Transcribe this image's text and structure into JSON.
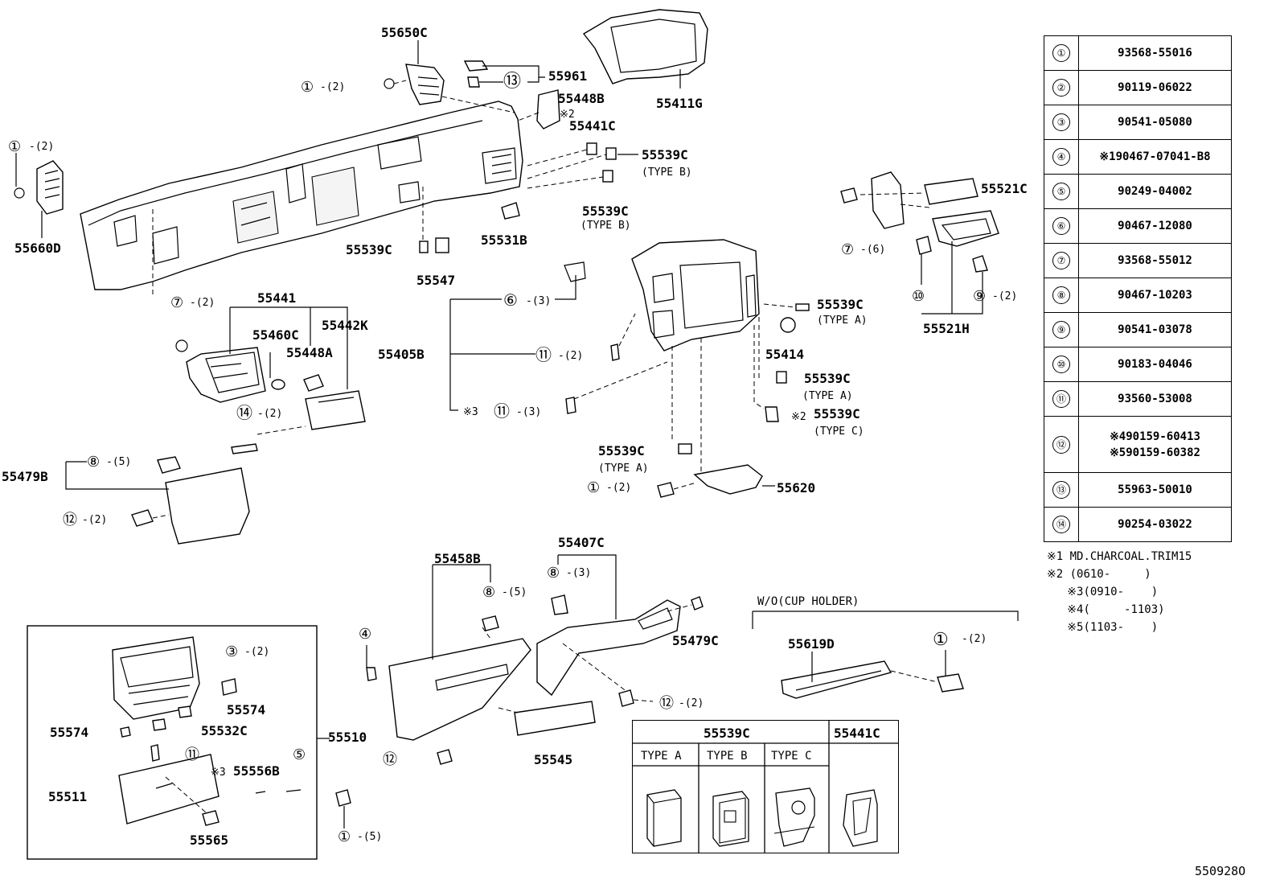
{
  "parts": {
    "p55650C": "55650C",
    "p55961": "55961",
    "p55448B": "55448B",
    "p55411G": "55411G",
    "p55441C": "55441C",
    "p55539C_a": "55539C",
    "p55539C_a_type": "(TYPE B)",
    "p55539C_b": "55539C",
    "p55539C_b_type": "(TYPE B)",
    "p55531B": "55531B",
    "p55660D": "55660D",
    "p55539C_c": "55539C",
    "p55547": "55547",
    "p55441": "55441",
    "p55460C": "55460C",
    "p55442K": "55442K",
    "p55448A": "55448A",
    "p55405B": "55405B",
    "p55539C_d": "55539C",
    "p55539C_d_type": "(TYPE A)",
    "p55414": "55414",
    "p55539C_e": "55539C",
    "p55539C_e_type": "(TYPE A)",
    "p55539C_f": "55539C",
    "p55539C_f_type": "(TYPE C)",
    "p55539C_g": "55539C",
    "p55539C_g_type": "(TYPE A)",
    "p55620": "55620",
    "p55479B": "55479B",
    "p55521C": "55521C",
    "p55521H": "55521H",
    "p55458B": "55458B",
    "p55407C": "55407C",
    "p55479C": "55479C",
    "p55545": "55545",
    "p55619D": "55619D",
    "p55510": "55510",
    "p55574_a": "55574",
    "p55574_b": "55574",
    "p55532C": "55532C",
    "p55556B": "55556B",
    "p55511": "55511",
    "p55565": "55565"
  },
  "callouts": {
    "c1_a": "①",
    "q1_a": "-(2)",
    "c1_b": "①",
    "q1_b": "-(2)",
    "c13": "⑬",
    "c2_note": "※2",
    "c7_a": "⑦",
    "q7_a": "-(2)",
    "c6": "⑥",
    "q6": "-(3)",
    "c11_a": "⑪",
    "q11_a": "-(2)",
    "c3_note": "※3",
    "c11_b": "⑪",
    "q11_b": "-(3)",
    "c2_note_b": "※2",
    "c14": "⑭",
    "q14": "-(2)",
    "c8_a": "⑧",
    "q8_a": "-(5)",
    "c12_a": "⑫",
    "q12_a": "-(2)",
    "c1_c": "①",
    "q1_c": "-(2)",
    "c7_b": "⑦",
    "q7_b": "-(6)",
    "c10": "⑩",
    "c9": "⑨",
    "q9": "-(2)",
    "c8_b": "⑧",
    "q8_b": "-(3)",
    "c8_c": "⑧",
    "q8_c": "-(5)",
    "c4": "④",
    "c12_b": "⑫",
    "q12_b": "-(2)",
    "c12_c": "⑫",
    "c1_d": "①",
    "q1_d": "-(2)",
    "c3": "③",
    "q3": "-(2)",
    "c11_c": "⑪",
    "c3_note_b": "※3",
    "c5": "⑤",
    "c1_e": "①",
    "q1_e": "-(5)"
  },
  "wo_label": "W/O(CUP HOLDER)",
  "legend": [
    {
      "idx": "①",
      "pn": "93568-55016"
    },
    {
      "idx": "②",
      "pn": "90119-06022"
    },
    {
      "idx": "③",
      "pn": "90541-05080"
    },
    {
      "idx": "④",
      "pn": "※190467-07041-B8"
    },
    {
      "idx": "⑤",
      "pn": "90249-04002"
    },
    {
      "idx": "⑥",
      "pn": "90467-12080"
    },
    {
      "idx": "⑦",
      "pn": "93568-55012"
    },
    {
      "idx": "⑧",
      "pn": "90467-10203"
    },
    {
      "idx": "⑨",
      "pn": "90541-03078"
    },
    {
      "idx": "⑩",
      "pn": "90183-04046"
    },
    {
      "idx": "⑪",
      "pn": "93560-53008"
    },
    {
      "idx": "⑫",
      "pn": "※490159-60413",
      "pn2": "※590159-60382"
    },
    {
      "idx": "⑬",
      "pn": "55963-50010"
    },
    {
      "idx": "⑭",
      "pn": "90254-03022"
    }
  ],
  "notes": [
    "※1 MD.CHARCOAL.TRIM15",
    "※2 (0610-     )",
    "   ※3(0910-    )",
    "   ※4(     -1103)",
    "   ※5(1103-    )"
  ],
  "type_table": {
    "h1": "55539C",
    "h2": "55441C",
    "col_a": "TYPE A",
    "col_b": "TYPE B",
    "col_c": "TYPE C"
  },
  "drawing_number": "550928O"
}
